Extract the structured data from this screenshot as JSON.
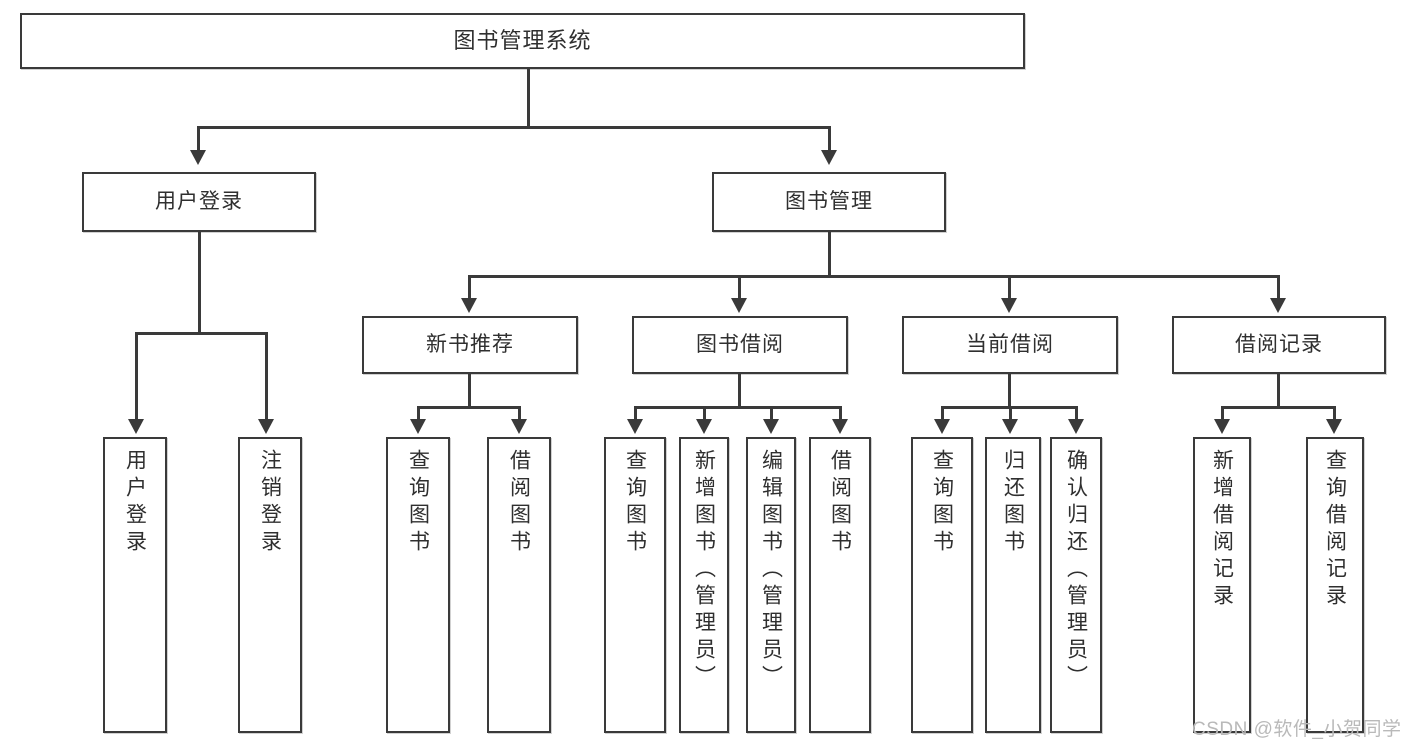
{
  "diagram": {
    "title_node": {
      "label": "图书管理系统"
    },
    "level2": [
      {
        "label": "用户登录"
      },
      {
        "label": "图书管理"
      }
    ],
    "level3": [
      {
        "label": "新书推荐"
      },
      {
        "label": "图书借阅"
      },
      {
        "label": "当前借阅"
      },
      {
        "label": "借阅记录"
      }
    ],
    "leaves": {
      "user_login": [
        {
          "label": "用户登录"
        },
        {
          "label": "注销登录"
        }
      ],
      "new_book_recommend": [
        {
          "label": "查询图书"
        },
        {
          "label": "借阅图书"
        }
      ],
      "book_borrow": [
        {
          "label": "查询图书"
        },
        {
          "label": "新增图书（管理员）"
        },
        {
          "label": "编辑图书（管理员）"
        },
        {
          "label": "借阅图书"
        }
      ],
      "current_borrow": [
        {
          "label": "查询图书"
        },
        {
          "label": "归还图书"
        },
        {
          "label": "确认归还（管理员）"
        }
      ],
      "borrow_record": [
        {
          "label": "新增借阅记录"
        },
        {
          "label": "查询借阅记录"
        }
      ]
    }
  },
  "watermark": {
    "text": "CSDN @软件_小贺同学"
  },
  "colors": {
    "line": "#3a3a3a",
    "box_border": "#3a3a3a",
    "text": "#2f2f2f",
    "background": "#ffffff",
    "watermark": "#b9b9b9"
  }
}
